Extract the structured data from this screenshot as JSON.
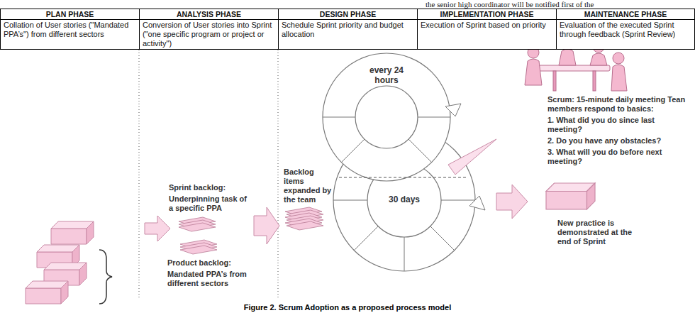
{
  "diagram": {
    "caption": "Figure 2. Scrum Adoption as a proposed process model",
    "nodes": [
      {
        "text": [
          "PLAN PHASE",
          "Collation of User stories (\"Mandated PPA’s\") from different sectors"
        ]
      },
      {
        "text": [
          "ANALYSIS PHASE",
          "Conversion of User stories into Sprint (\"one specific program or project or activity\")"
        ]
      },
      {
        "text": [
          "DESIGN PHASE",
          "Schedule Sprint priority and budget allocation"
        ]
      },
      {
        "text": [
          "IMPLEMENTATION PHASE",
          "Execution of Sprint based on priority"
        ]
      },
      {
        "text": [
          "MAINTENANCE PHASE",
          "Evaluation of the executed Sprint through feedback (Sprint Review)"
        ]
      }
    ],
    "labels": [
      "the senior high coordinator will be notified first of the",
      "Sprint backlog:",
      "Underpinning task of a specific PPA",
      "Product backlog:",
      "Mandated PPA’s from different sectors",
      "Backlog items expanded by the team",
      "every 24 hours",
      "30 days",
      "Scrum: 15-minute daily meeting Tean members respond to basics:",
      "1. What did you do since last meeting?",
      "2. Do you have any obstacles?",
      "3. What will you do before next meeting?",
      "New practice is demonstrated at the end of Sprint"
    ]
  }
}
